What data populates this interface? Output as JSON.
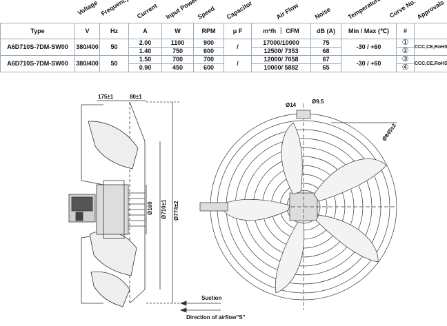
{
  "headers_diag": [
    "Voltage",
    "Frequency",
    "Current",
    "Input Power",
    "Speed",
    "Capacitor",
    "Air Flow",
    "Noise",
    "Temperature",
    "Curve No.",
    "Approvals"
  ],
  "headers_row": [
    "Type",
    "V",
    "Hz",
    "A",
    "W",
    "RPM",
    "μ F",
    "m³/h  ｜  CFM",
    "dB (A)",
    "Min / Max (℃)",
    "#"
  ],
  "rows": [
    {
      "type": "A6D710S-7DM-SW00",
      "voltage": "380/400",
      "freq": "50",
      "current": [
        "2.00",
        "1.40"
      ],
      "power": [
        "1100",
        "750"
      ],
      "speed": [
        "900",
        "600"
      ],
      "cap": "/",
      "airflow": [
        "17000/10000",
        "12500/ 7353"
      ],
      "noise": [
        "75",
        "68"
      ],
      "temp": "-30 / +60",
      "curve": [
        "①",
        "②"
      ],
      "approvals": "CCC,CE,RoHS"
    },
    {
      "type": "A6D710S-7DM-SW00",
      "voltage": "380/400",
      "freq": "50",
      "current": [
        "1.50",
        "0.90"
      ],
      "power": [
        "700",
        "450"
      ],
      "speed": [
        "700",
        "600"
      ],
      "cap": "/",
      "airflow": [
        "12000/ 7058",
        "10000/ 5882"
      ],
      "noise": [
        "67",
        "65"
      ],
      "temp": "-30 / +60",
      "curve": [
        "③",
        "④"
      ],
      "approvals": "CCC,CE,RoHS"
    }
  ],
  "side_view": {
    "dim_top_left": "175±1",
    "dim_top_right": "80±1",
    "dia_hub": "Ø160",
    "dia_ring": "Ø710±1",
    "dia_outer": "Ø774±2"
  },
  "front_view": {
    "dia_small": "Ø14",
    "dia_slot": "Ø9.5",
    "mounting": "Ø845±2"
  },
  "suction_label": "Suction",
  "airflow_direction_label": "Direction of airflow\"S\""
}
